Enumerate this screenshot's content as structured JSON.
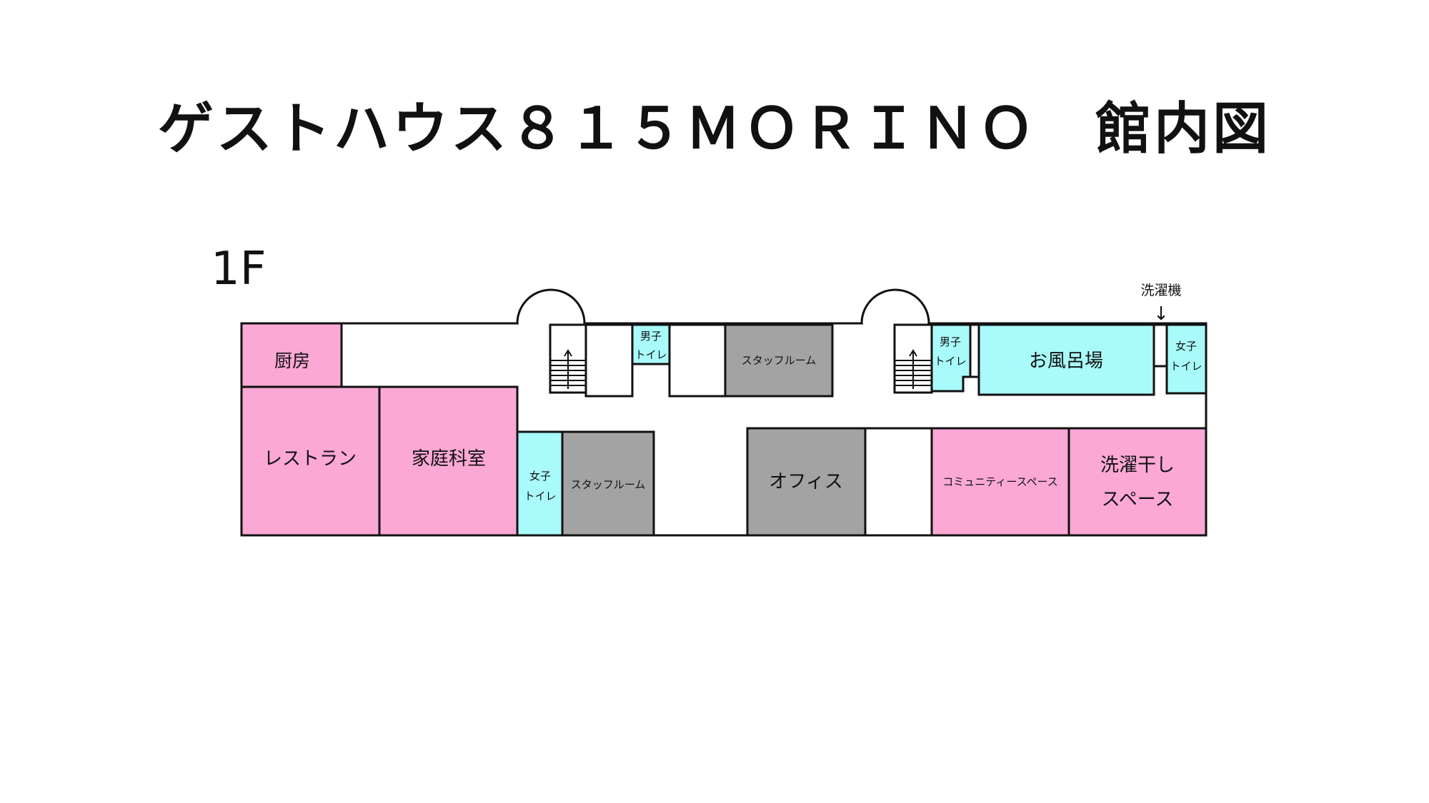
{
  "title": "ゲストハウス８１５ＭＯＲＩＮＯ　館内図",
  "floor": "1F",
  "colors": {
    "common": "#fba8d5",
    "restroom": "#a9fbfb",
    "staff": "#a3a3a3",
    "outline": "#111111",
    "background": "#ffffff"
  },
  "rooms": {
    "kitchen": "厨房",
    "restaurant": "レストラン",
    "home_ec": "家庭科室",
    "womens_restroom_left": [
      "女子",
      "トイレ"
    ],
    "staff_room_bottom": "スタッフルーム",
    "mens_restroom_left": [
      "男子",
      "トイレ"
    ],
    "staff_room_top": "スタッフルーム",
    "office": "オフィス",
    "mens_restroom_right": [
      "男子",
      "トイレ"
    ],
    "bath": "お風呂場",
    "womens_restroom_right": [
      "女子",
      "トイレ"
    ],
    "community_space": "コミュニティースペース",
    "drying_space": [
      "洗濯干し",
      "スペース"
    ]
  },
  "callouts": {
    "washing_machine": "洗濯機",
    "arrow": "↓"
  }
}
